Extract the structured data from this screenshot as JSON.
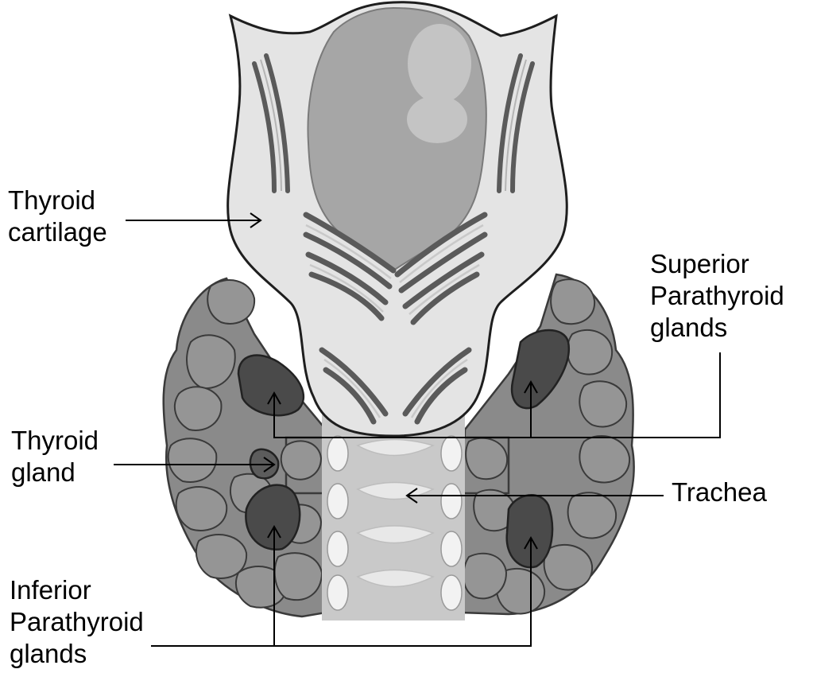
{
  "labels": {
    "thyroid_cartilage": [
      "Thyroid",
      "cartilage"
    ],
    "superior_parathyroid": [
      "Superior",
      "Parathyroid",
      "glands"
    ],
    "thyroid_gland": [
      "Thyroid",
      "gland"
    ],
    "trachea": [
      "Trachea"
    ],
    "inferior_parathyroid": [
      "Inferior",
      "Parathyroid",
      "glands"
    ]
  },
  "colors": {
    "gland_fill": "#8a8a8a",
    "gland_dark": "#4a4a4a",
    "cartilage_fill": "#e4e4e4",
    "larynx_fill": "#a8a8a8",
    "outline": "#2a2a2a"
  }
}
